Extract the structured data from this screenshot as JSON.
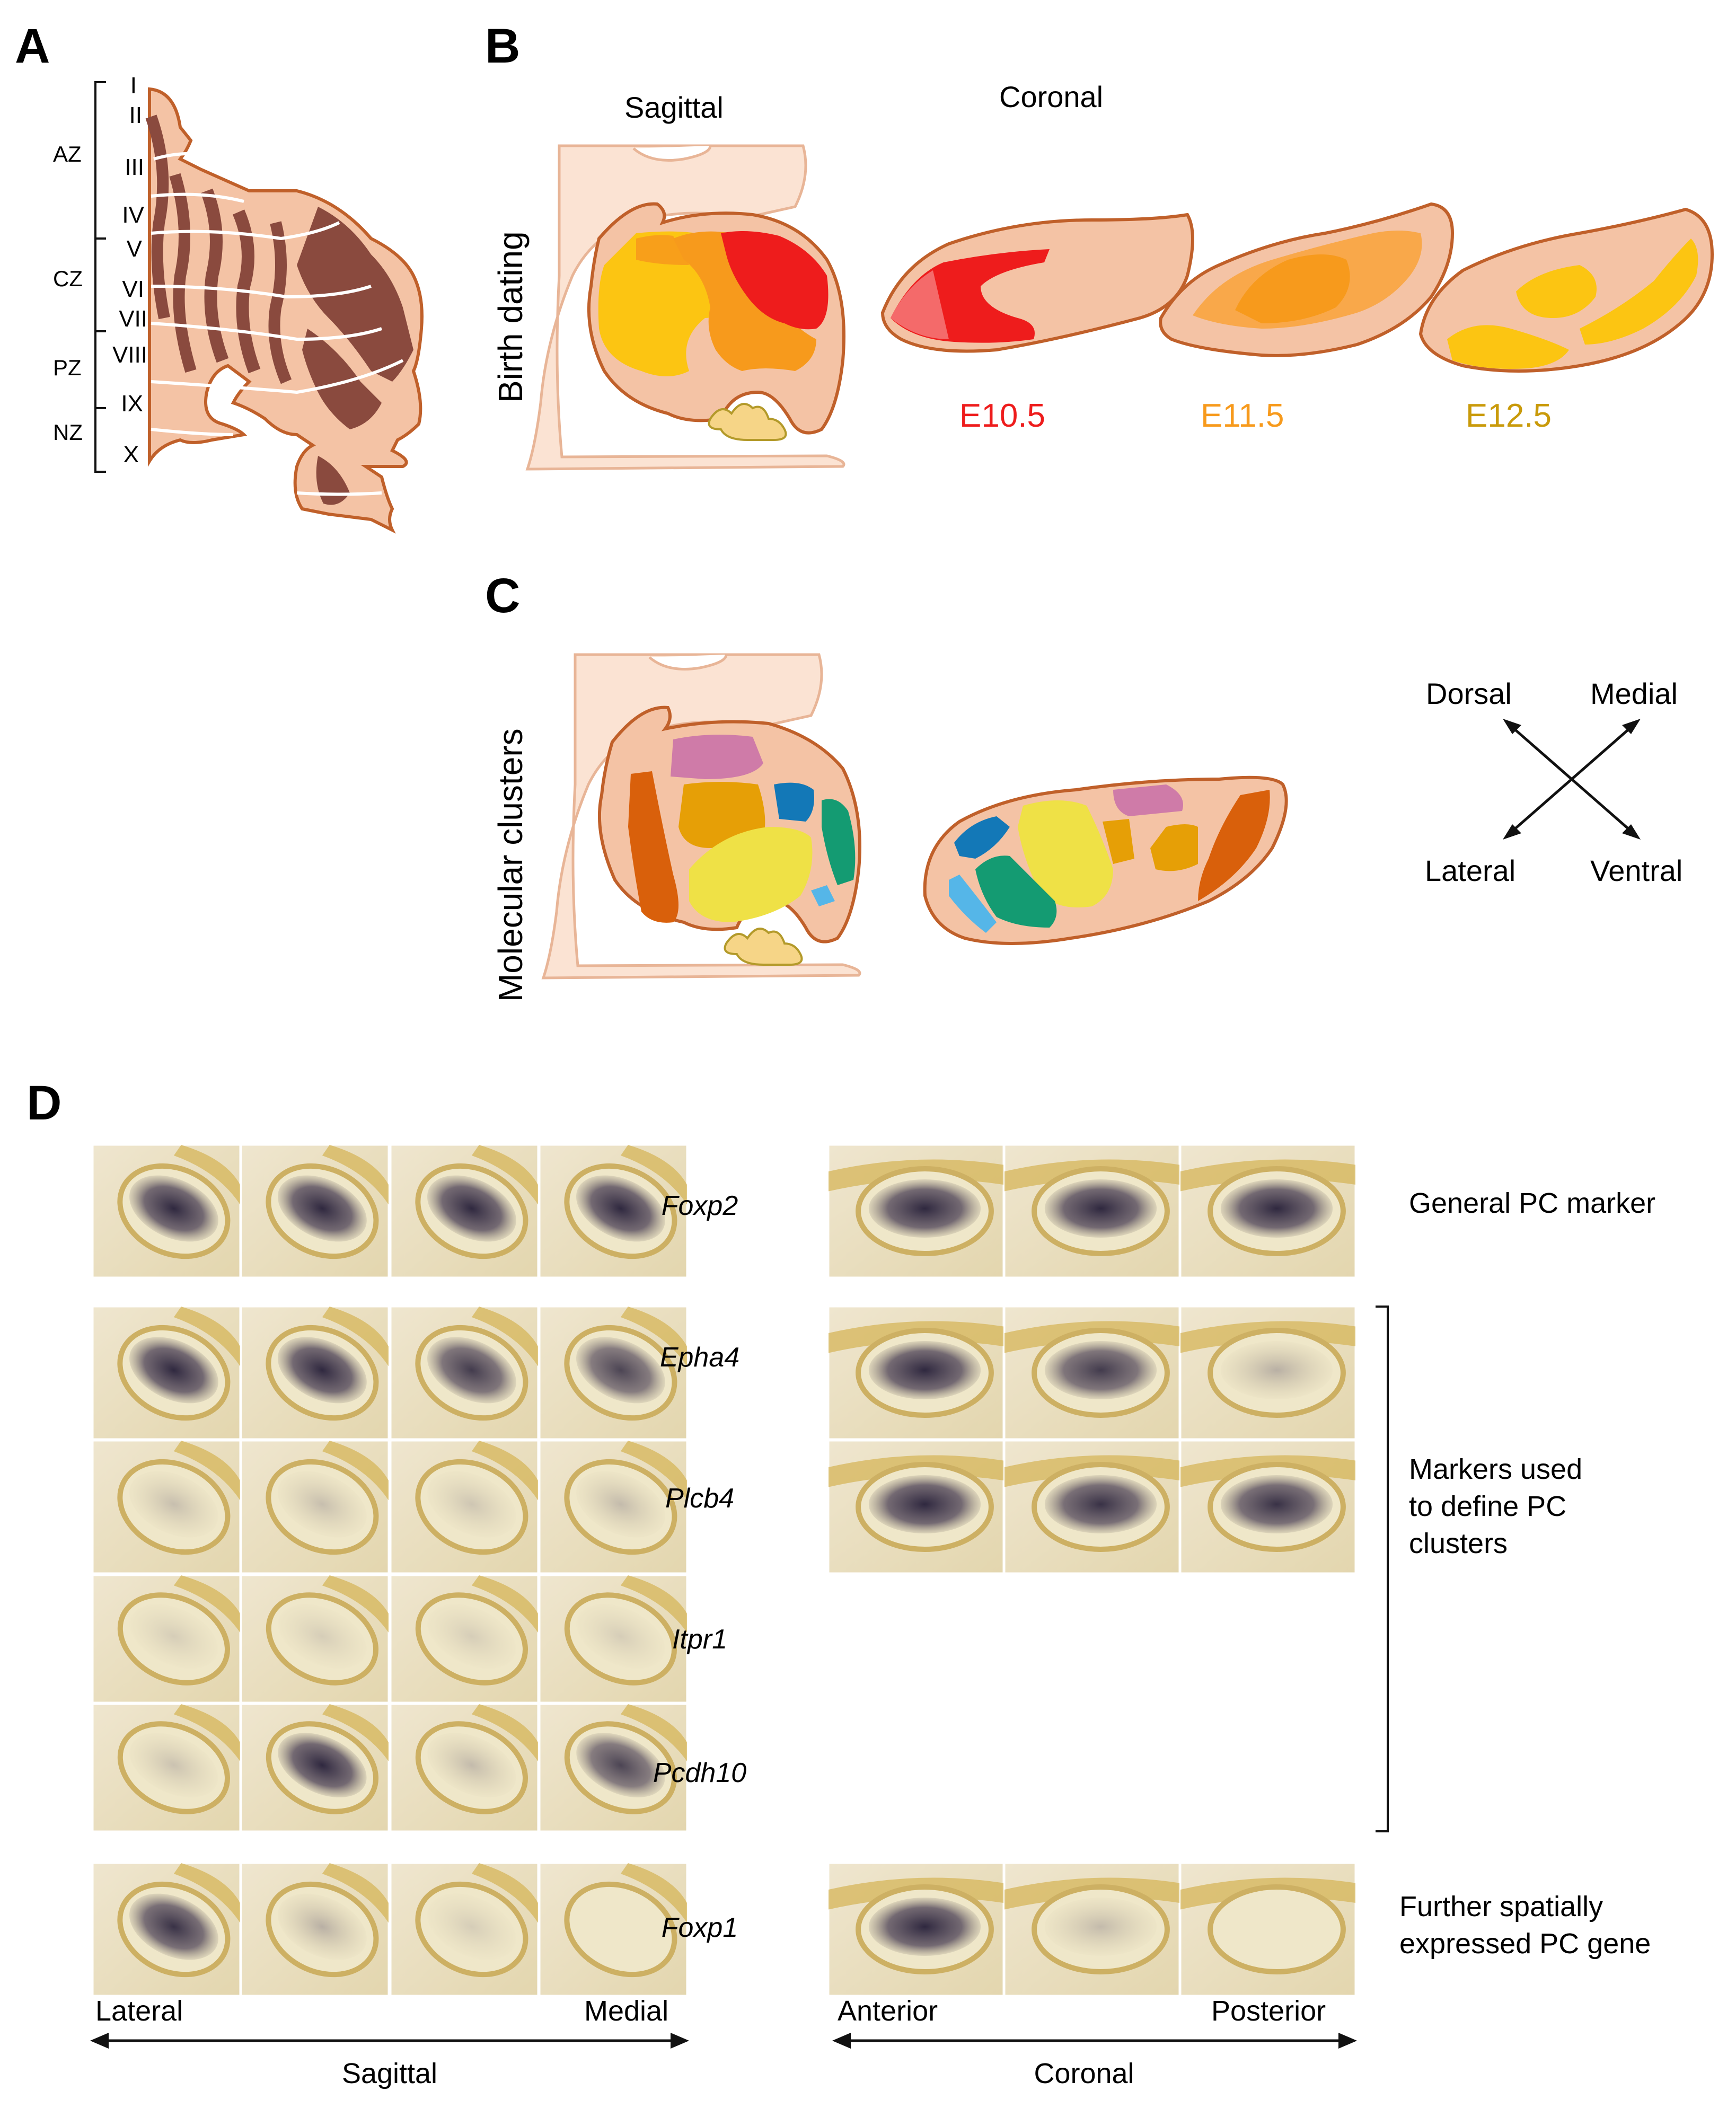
{
  "panels": {
    "a": "A",
    "b": "B",
    "c": "C",
    "d": "D"
  },
  "panel_a": {
    "lobules": [
      "I",
      "II",
      "III",
      "IV",
      "V",
      "VI",
      "VII",
      "VIII",
      "IX",
      "X"
    ],
    "zones": [
      "AZ",
      "CZ",
      "PZ",
      "NZ"
    ]
  },
  "panel_b": {
    "row_label": "Birth dating",
    "sagittal": "Sagittal",
    "coronal": "Coronal",
    "stages": [
      {
        "label": "E10.5",
        "color": "#ee1c1c"
      },
      {
        "label": "E11.5",
        "color": "#f79a1c"
      },
      {
        "label": "E12.5",
        "color": "#c99a0a"
      }
    ]
  },
  "panel_c": {
    "row_label": "Molecular clusters",
    "axes": {
      "dorsal": "Dorsal",
      "medial": "Medial",
      "lateral": "Lateral",
      "ventral": "Ventral"
    }
  },
  "panel_d": {
    "genes": [
      "Foxp2",
      "Epha4",
      "Plcb4",
      "Itpr1",
      "Pcdh10",
      "Foxp1"
    ],
    "right_labels": {
      "general": "General PC marker",
      "markers": [
        "Markers used",
        "to define PC",
        "clusters"
      ],
      "further": [
        "Further spatially",
        "expressed PC gene"
      ]
    },
    "sagittal_axis": {
      "left": "Lateral",
      "right": "Medial",
      "title": "Sagittal"
    },
    "coronal_axis": {
      "left": "Anterior",
      "right": "Posterior",
      "title": "Coronal"
    }
  },
  "colors": {
    "tissue": "#f4c3a5",
    "outline": "#c0602a",
    "stripe": "#8a4a3e",
    "ish_bg": "#d9c586",
    "ish_stain": "#2b2440"
  }
}
